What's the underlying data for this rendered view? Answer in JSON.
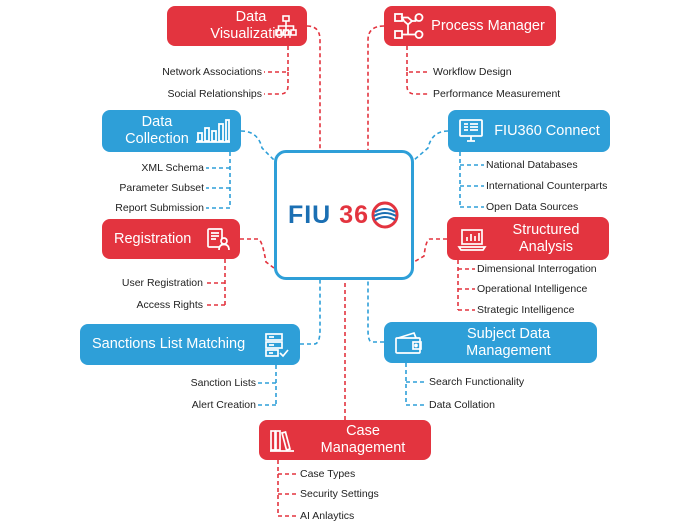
{
  "center": {
    "logo_a": "FIU",
    "logo_b": "36"
  },
  "nodes": [
    {
      "id": "data-visualization",
      "label": "Data Visualization",
      "color": "red",
      "icon": "org-chart-icon",
      "subs": [
        "Network Associations",
        "Social Relationships"
      ]
    },
    {
      "id": "process-manager",
      "label": "Process Manager",
      "color": "red",
      "icon": "workflow-icon",
      "subs": [
        "Workflow Design",
        "Performance Measurement"
      ]
    },
    {
      "id": "data-collection",
      "label": "Data Collection",
      "color": "blue",
      "icon": "bar-chart-icon",
      "subs": [
        "XML Schema",
        "Parameter Subset",
        "Report Submission"
      ]
    },
    {
      "id": "fiu360-connect",
      "label": "FIU360 Connect",
      "color": "blue",
      "icon": "monitor-icon",
      "subs": [
        "National Databases",
        "International Counterparts",
        "Open Data Sources"
      ]
    },
    {
      "id": "registration",
      "label": "Registration",
      "color": "red",
      "icon": "user-form-icon",
      "subs": [
        "User Registration",
        "Access Rights"
      ]
    },
    {
      "id": "structured-analysis",
      "label": "Structured Analysis",
      "color": "red",
      "icon": "laptop-chart-icon",
      "subs": [
        "Dimensional Interrogation",
        "Operational Intelligence",
        "Strategic Intelligence"
      ]
    },
    {
      "id": "sanctions-list-matching",
      "label": "Sanctions List Matching",
      "color": "blue",
      "icon": "checklist-icon",
      "subs": [
        "Sanction Lists",
        "Alert Creation"
      ]
    },
    {
      "id": "subject-data-management",
      "label": "Subject Data Management",
      "color": "blue",
      "icon": "wallet-icon",
      "subs": [
        "Search Functionality",
        "Data Collation"
      ]
    },
    {
      "id": "case-management",
      "label": "Case Management",
      "color": "red",
      "icon": "books-icon",
      "subs": [
        "Case Types",
        "Security Settings",
        "AI Anlaytics"
      ]
    }
  ],
  "colors": {
    "red": "#e3343f",
    "blue": "#2e9fd8",
    "logo_blue": "#1b6fb3"
  }
}
